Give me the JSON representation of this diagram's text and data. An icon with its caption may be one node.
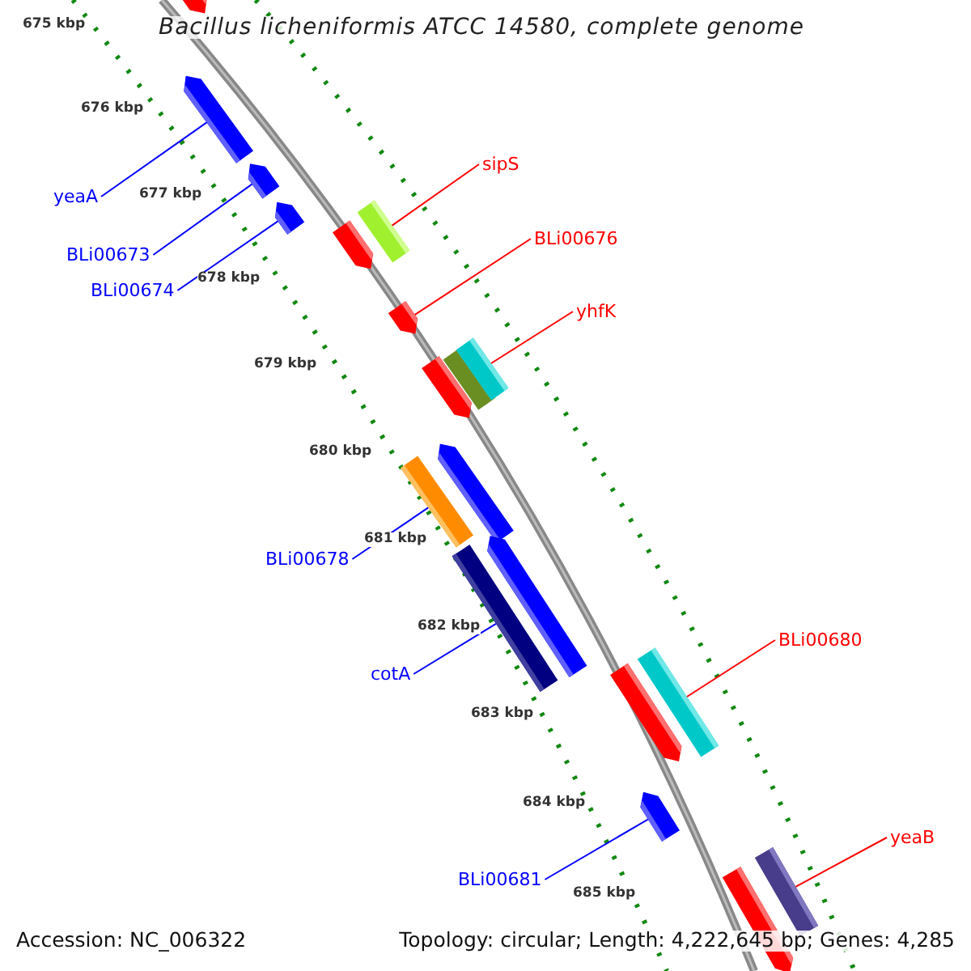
{
  "diagram": {
    "title": "Bacillus licheniformis ATCC 14580, complete genome",
    "nodes": [
      {
        "text": [
          "yeaA"
        ]
      },
      {
        "text": [],
        "shape": "arrow"
      },
      {
        "text": [
          "BLi00673"
        ]
      },
      {
        "text": [],
        "shape": "arrow"
      },
      {
        "text": [
          "BLi00674"
        ]
      },
      {
        "text": [],
        "shape": "arrow"
      },
      {
        "text": [
          "sipS"
        ]
      },
      {
        "text": [],
        "shape": "box"
      },
      {
        "text": [
          "BLi00676"
        ]
      },
      {
        "text": [],
        "shape": "arrow"
      },
      {
        "text": [
          "yhfK"
        ]
      },
      {
        "text": [],
        "shape": "box"
      },
      {
        "text": [
          "BLi00678"
        ]
      },
      {
        "text": [],
        "shape": "box"
      },
      {
        "text": [
          "cotA"
        ]
      },
      {
        "text": [],
        "shape": "box"
      },
      {
        "text": [
          "BLi00680"
        ]
      },
      {
        "text": [],
        "shape": "box"
      },
      {
        "text": [
          "BLi00681"
        ]
      },
      {
        "text": [],
        "shape": "arrow"
      },
      {
        "text": [
          "yeaB"
        ]
      },
      {
        "text": [],
        "shape": "box"
      }
    ],
    "edges": [
      {
        "from": 0,
        "to": 1,
        "arrow": "none"
      },
      {
        "from": 2,
        "to": 3,
        "arrow": "none"
      },
      {
        "from": 4,
        "to": 5,
        "arrow": "none"
      },
      {
        "from": 6,
        "to": 7,
        "arrow": "none",
        "color": "#ff0000"
      },
      {
        "from": 8,
        "to": 9,
        "arrow": "none",
        "color": "#ff0000"
      },
      {
        "from": 10,
        "to": 11,
        "arrow": "none",
        "color": "#ff0000"
      },
      {
        "from": 12,
        "to": 13,
        "arrow": "none"
      },
      {
        "from": 14,
        "to": 15,
        "arrow": "none"
      },
      {
        "from": 16,
        "to": 17,
        "arrow": "none",
        "color": "#ff0000"
      },
      {
        "from": 18,
        "to": 19,
        "arrow": "none"
      },
      {
        "from": 20,
        "to": 21,
        "arrow": "none",
        "color": "#ff0000"
      }
    ],
    "labels": [
      "675 kbp",
      "676 kbp",
      "677 kbp",
      "678 kbp",
      "679 kbp",
      "680 kbp",
      "681 kbp",
      "682 kbp",
      "683 kbp",
      "684 kbp",
      "685 kbp",
      "Accession: NC_006322",
      "Topology: circular; Length: 4,222,645 bp; Genes: 4,285"
    ]
  }
}
